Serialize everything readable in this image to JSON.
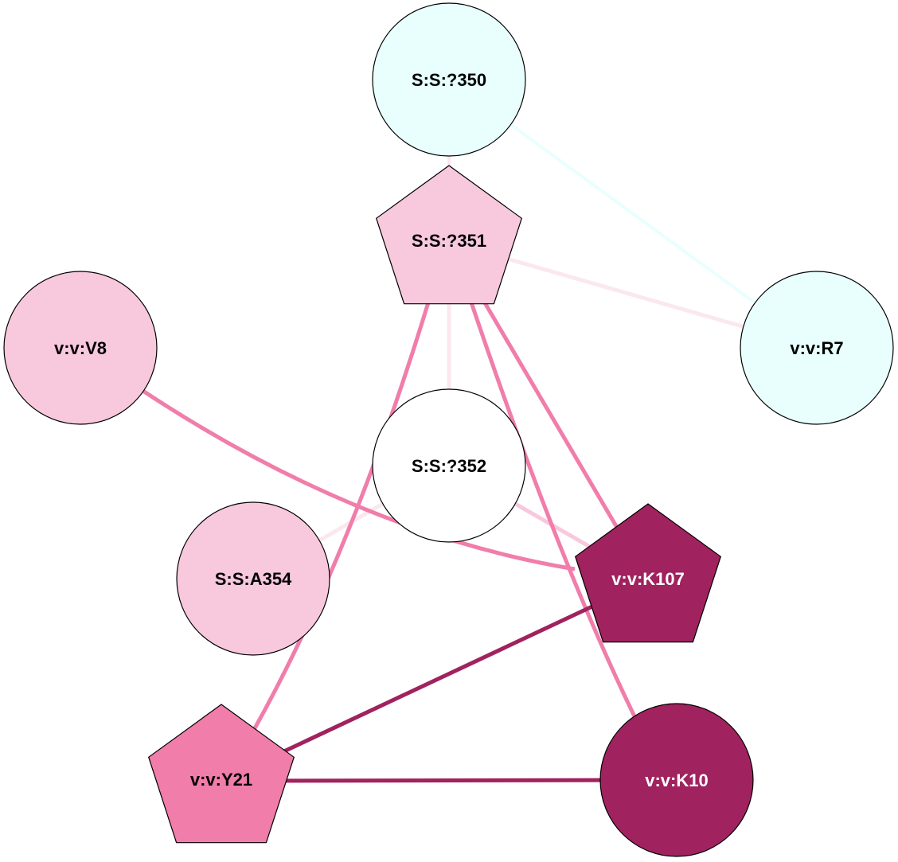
{
  "colors": {
    "light_cyan": "#e8fffd",
    "light_pink": "#f8c8dd",
    "pink": "#f07daa",
    "magenta": "#a0225e",
    "white": "#ffffff",
    "faint_pink": "#fbe8ef",
    "soft_pink": "#f8c8dd",
    "faint_cyan": "#e8fffd"
  },
  "nodes": [
    {
      "id": "S:S:?350",
      "label": "S:S:?350",
      "shape": "circle",
      "fill": "#e8fffd",
      "text_color": "#000000"
    },
    {
      "id": "S:S:?351",
      "label": "S:S:?351",
      "shape": "pentagon",
      "fill": "#f8c8dd",
      "text_color": "#000000"
    },
    {
      "id": "v:v:V8",
      "label": "v:v:V8",
      "shape": "circle",
      "fill": "#f8c8dd",
      "text_color": "#000000"
    },
    {
      "id": "v:v:R7",
      "label": "v:v:R7",
      "shape": "circle",
      "fill": "#e8fffd",
      "text_color": "#000000"
    },
    {
      "id": "S:S:?352",
      "label": "S:S:?352",
      "shape": "circle",
      "fill": "#ffffff",
      "text_color": "#000000"
    },
    {
      "id": "S:S:A354",
      "label": "S:S:A354",
      "shape": "circle",
      "fill": "#f8c8dd",
      "text_color": "#000000"
    },
    {
      "id": "v:v:K107",
      "label": "v:v:K107",
      "shape": "pentagon",
      "fill": "#a0225e",
      "text_color": "#ffffff"
    },
    {
      "id": "v:v:Y21",
      "label": "v:v:Y21",
      "shape": "pentagon",
      "fill": "#f07daa",
      "text_color": "#000000"
    },
    {
      "id": "v:v:K10",
      "label": "v:v:K10",
      "shape": "circle",
      "fill": "#a0225e",
      "text_color": "#ffffff"
    }
  ],
  "edges": [
    {
      "source": "S:S:?350",
      "target": "v:v:R7",
      "color": "#e8fffd",
      "weight": 4
    },
    {
      "source": "S:S:?350",
      "target": "S:S:?351",
      "color": "#fbe8ef",
      "weight": 4
    },
    {
      "source": "S:S:?351",
      "target": "v:v:R7",
      "color": "#fbe8ef",
      "weight": 5
    },
    {
      "source": "S:S:?351",
      "target": "S:S:?352",
      "color": "#fbe8ef",
      "weight": 5
    },
    {
      "source": "S:S:?352",
      "target": "S:S:A354",
      "color": "#fbe8ef",
      "weight": 5
    },
    {
      "source": "S:S:?352",
      "target": "v:v:K107",
      "color": "#f8c8dd",
      "weight": 5
    },
    {
      "source": "S:S:?351",
      "target": "v:v:Y21",
      "color": "#f07daa",
      "weight": 5
    },
    {
      "source": "S:S:?351",
      "target": "v:v:K10",
      "color": "#f07daa",
      "weight": 5
    },
    {
      "source": "S:S:?351",
      "target": "v:v:K107",
      "color": "#f07daa",
      "weight": 5
    },
    {
      "source": "v:v:V8",
      "target": "v:v:K107",
      "color": "#f07daa",
      "weight": 5
    },
    {
      "source": "v:v:K107",
      "target": "v:v:Y21",
      "color": "#a0225e",
      "weight": 5
    },
    {
      "source": "v:v:Y21",
      "target": "v:v:K10",
      "color": "#a0225e",
      "weight": 5
    }
  ]
}
